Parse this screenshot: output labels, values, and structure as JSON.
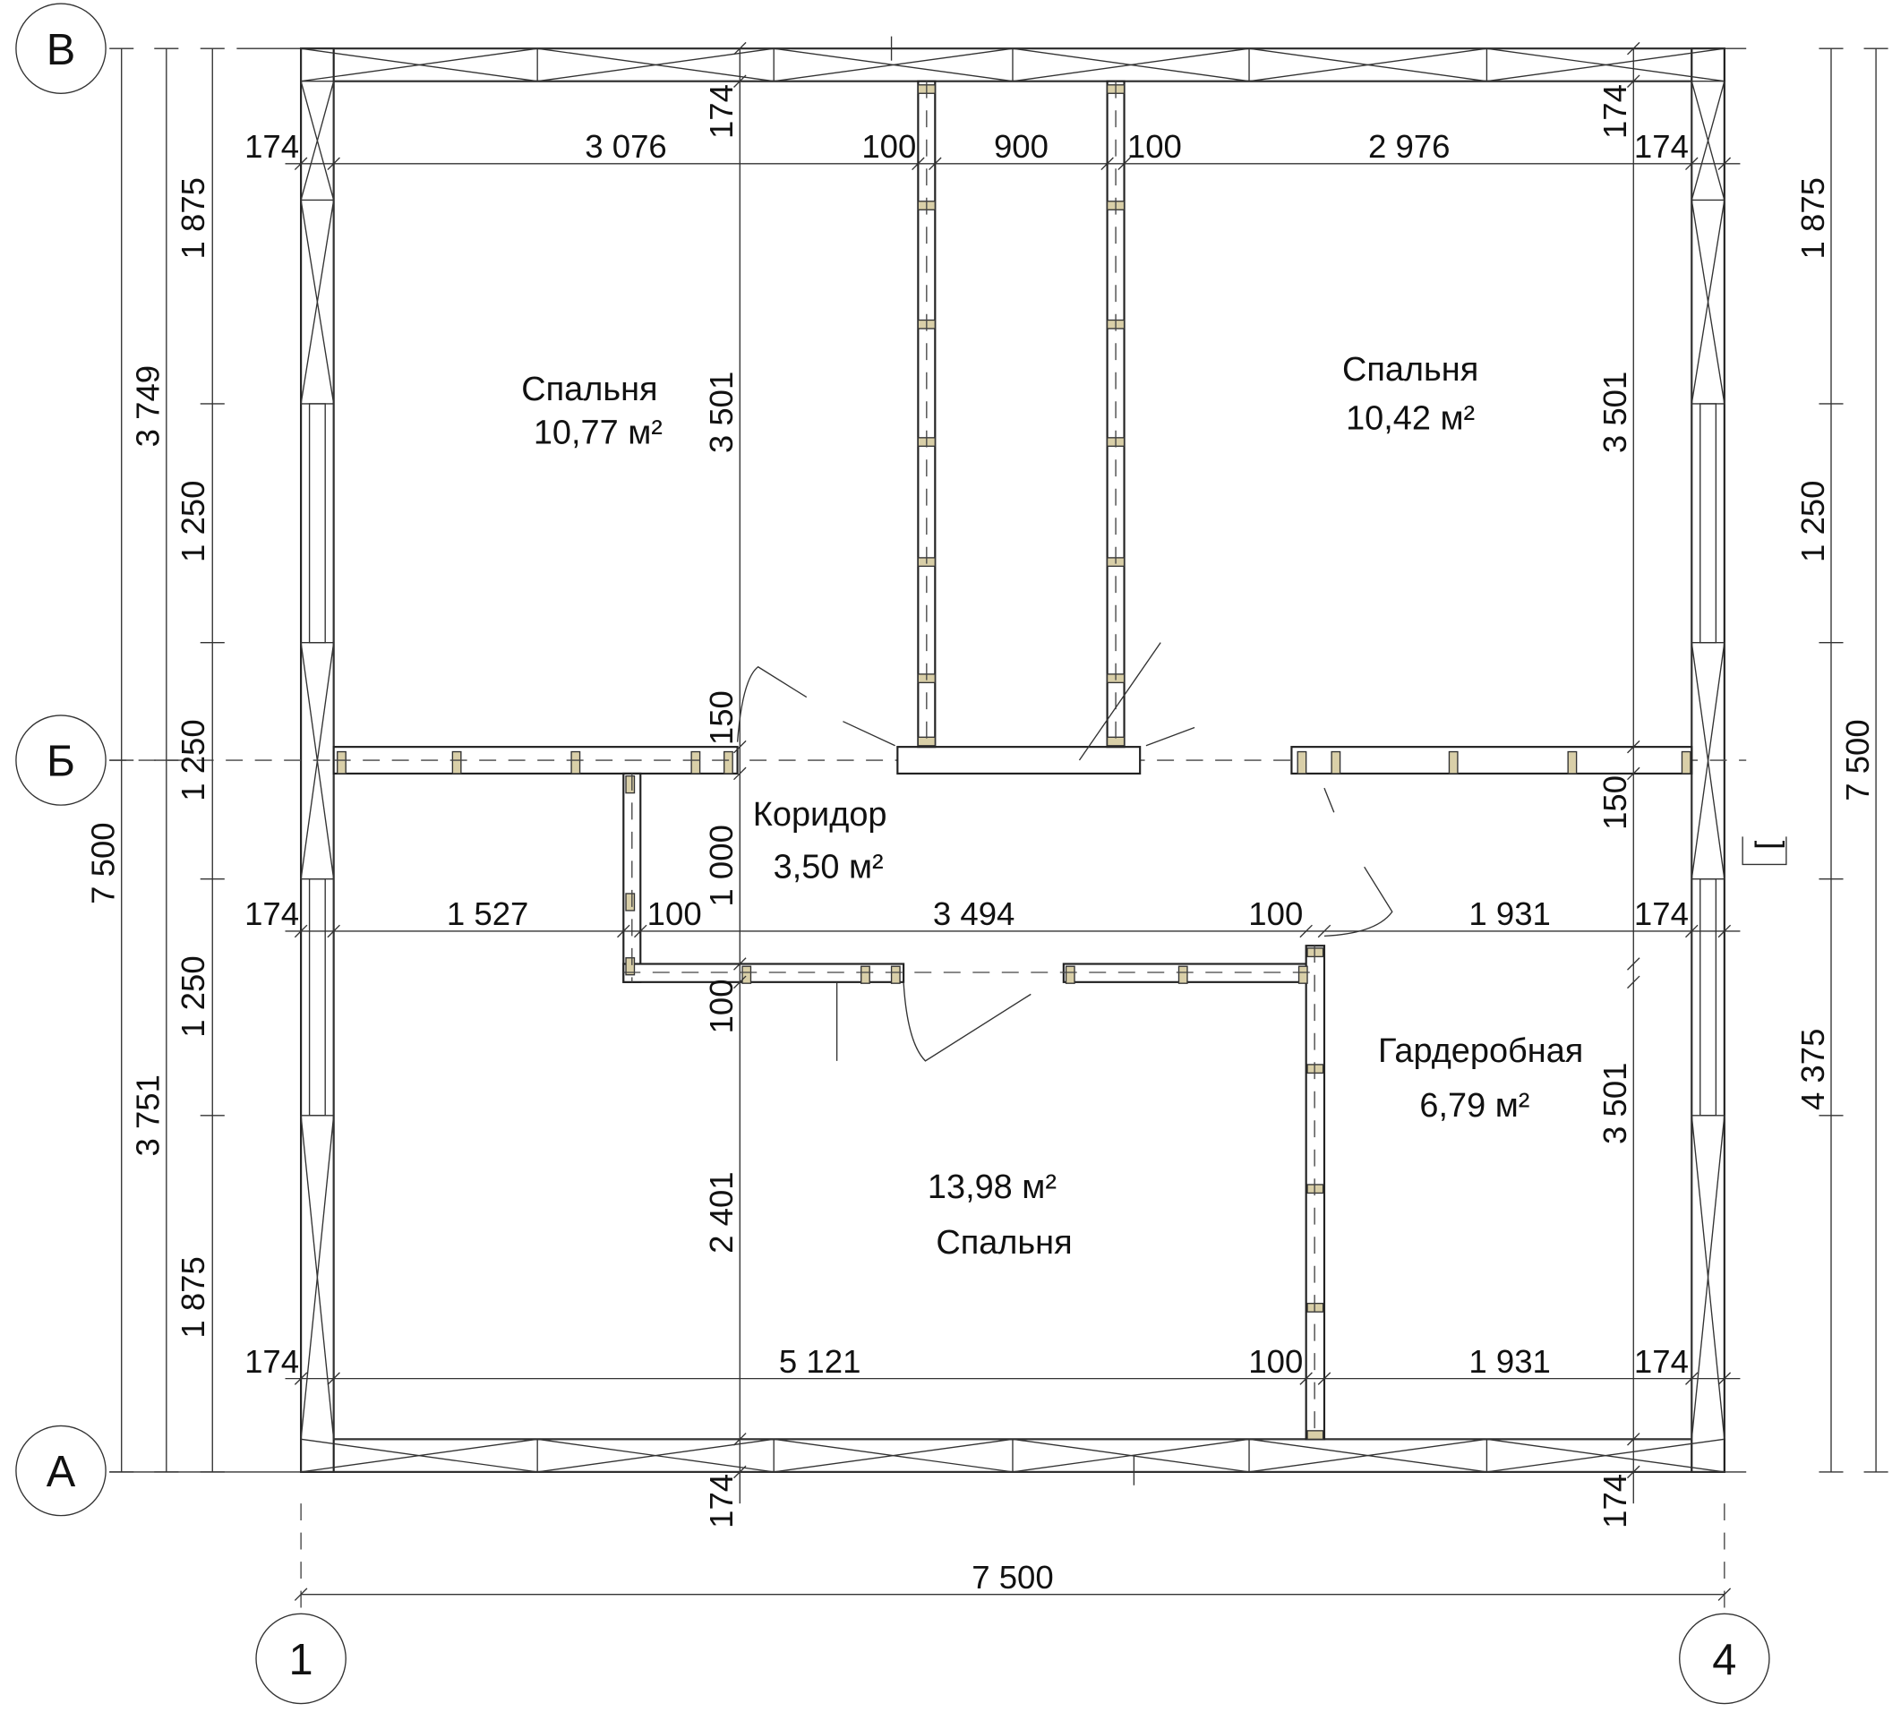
{
  "axes": {
    "v": "В",
    "b": "Б",
    "a": "А",
    "one": "1",
    "four": "4"
  },
  "rooms": [
    {
      "name": "Спальня",
      "area": "10,77 м²"
    },
    {
      "name": "Спальня",
      "area": "10,42 м²"
    },
    {
      "name": "Коридор",
      "area": "3,50 м²"
    },
    {
      "name": "Гардеробная",
      "area": "6,79 м²"
    },
    {
      "name": "Спальня",
      "area": "13,98 м²"
    }
  ],
  "dims": {
    "top": [
      "174",
      "3 076",
      "100",
      "900",
      "100",
      "2 976",
      "174"
    ],
    "mid": [
      "174",
      "1 527",
      "100",
      "3 494",
      "100",
      "1 931",
      "174"
    ],
    "low": [
      "174",
      "5 121",
      "100",
      "1 931",
      "174"
    ],
    "overall_bottom": "7 500",
    "col_left": [
      "174",
      "3 501",
      "150",
      "1 000",
      "100",
      "2 401",
      "174"
    ],
    "col_right": [
      "174",
      "3 501",
      "150",
      "3 501",
      "174"
    ],
    "left_outer": [
      "1 875",
      "1 250",
      "1 250",
      "1 250",
      "1 875"
    ],
    "left_mid": [
      "3 749",
      "3 751"
    ],
    "left_total": "7 500",
    "right_outer": [
      "1 875",
      "1 250",
      "4 375"
    ],
    "right_total": "7 500"
  },
  "section_mark": "["
}
